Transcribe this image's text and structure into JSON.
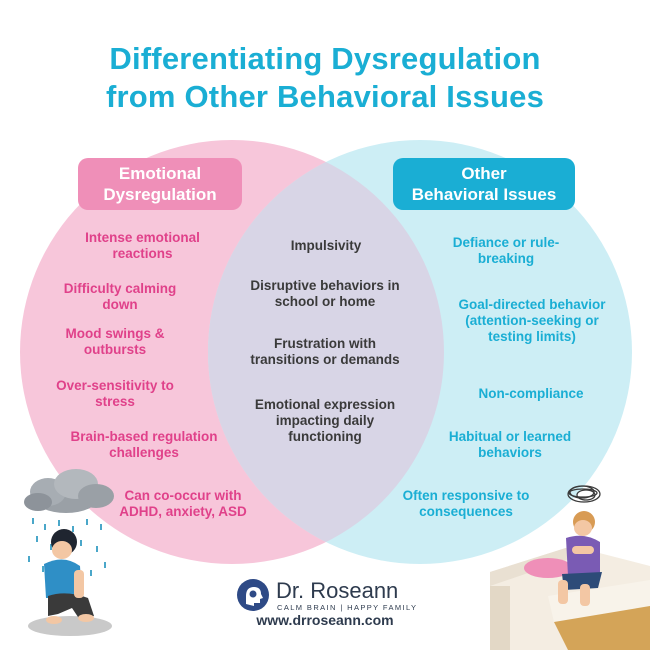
{
  "title": {
    "line1": "Differentiating Dysregulation",
    "line2": "from Other Behavioral Issues"
  },
  "colors": {
    "pink_circle": "#f7c6da",
    "blue_circle": "#cdeef5",
    "overlap": "#d8d5e6",
    "pink_text": "#e0418a",
    "teal_text": "#1aaed4",
    "pink_pill": "#ef8fb8",
    "teal_pill": "#1aaed4"
  },
  "left": {
    "heading_line1": "Emotional",
    "heading_line2": "Dysregulation",
    "items": [
      "Intense emotional reactions",
      "Difficulty calming down",
      "Mood swings & outbursts",
      "Over-sensitivity to stress",
      "Brain-based regulation challenges",
      "Can co-occur with ADHD, anxiety, ASD"
    ]
  },
  "right": {
    "heading_line1": "Other",
    "heading_line2": "Behavioral Issues",
    "items": [
      "Defiance or rule-breaking",
      "Goal-directed behavior (attention-seeking or testing limits)",
      "Non-compliance",
      "Habitual or learned behaviors",
      "Often responsive to consequences"
    ]
  },
  "center": {
    "items": [
      "Impulsivity",
      "Disruptive behaviors in school or home",
      "Frustration with transitions or demands",
      "Emotional expression impacting daily functioning"
    ]
  },
  "logo": {
    "name": "Dr. Roseann",
    "tagline": "CALM BRAIN | HAPPY FAMILY",
    "url": "www.drroseann.com"
  }
}
